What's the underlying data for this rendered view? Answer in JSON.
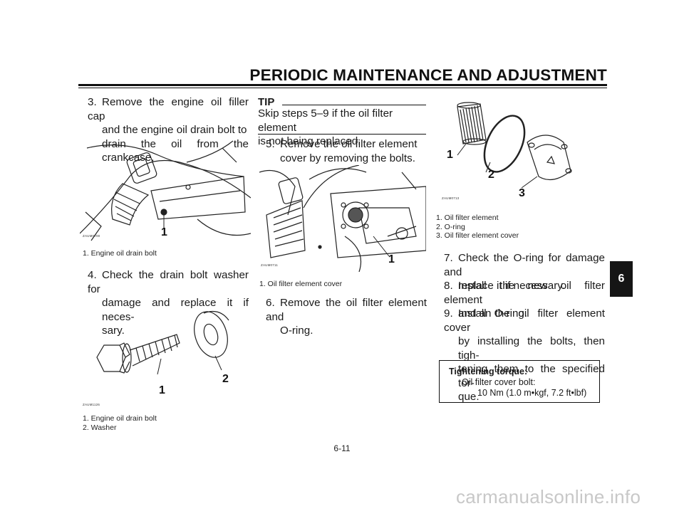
{
  "header": {
    "title": "PERIODIC MAINTENANCE AND ADJUSTMENT"
  },
  "section_tab": "6",
  "page_number": "6-11",
  "watermark": "carmanualsonline.info",
  "col1": {
    "step3": {
      "number": "3.",
      "lines": [
        "Remove the engine oil filler cap",
        "and the engine oil drain bolt to",
        "drain the oil from the crankcase."
      ]
    },
    "fig1": {
      "code": "ZAUM0700",
      "callout": "1",
      "caption": [
        "1. Engine oil drain bolt"
      ]
    },
    "step4": {
      "number": "4.",
      "lines": [
        "Check the drain bolt washer for",
        "damage and replace it if neces-",
        "sary."
      ]
    },
    "fig2": {
      "code": "ZAUM1126",
      "callouts": [
        "1",
        "2"
      ],
      "caption": [
        "1. Engine oil drain bolt",
        "2. Washer"
      ]
    }
  },
  "col2": {
    "tip": {
      "heading": "TIP",
      "lines": [
        "Skip steps 5–9 if the oil filter element",
        "is not being replaced."
      ]
    },
    "step5": {
      "number": "5.",
      "lines": [
        "Remove the oil filter element",
        "cover by removing the bolts."
      ]
    },
    "fig3": {
      "code": "ZAUM0711",
      "callout": "1",
      "caption": [
        "1. Oil filter element cover"
      ]
    },
    "step6": {
      "number": "6.",
      "lines": [
        "Remove the oil filter element and",
        "O-ring."
      ]
    }
  },
  "col3": {
    "fig4": {
      "code": "ZAUM0713",
      "callouts": [
        "1",
        "2",
        "3"
      ],
      "caption": [
        "1. Oil filter element",
        "2. O-ring",
        "3. Oil filter element cover"
      ]
    },
    "step7": {
      "number": "7.",
      "lines": [
        "Check the O-ring for damage and",
        "replace it if necessary."
      ]
    },
    "step8": {
      "number": "8.",
      "lines": [
        "Install the new oil filter element",
        "and an O-ring."
      ]
    },
    "step9": {
      "number": "9.",
      "lines": [
        "Install the oil filter element cover",
        "by installing the bolts, then tigh-",
        "tening them to the specified tor-",
        "que."
      ]
    },
    "torque": {
      "heading": "Tightening torque:",
      "item": "Oil filter cover bolt:",
      "value": "10 Nm (1.0 m•kgf, 7.2 ft•lbf)"
    }
  }
}
